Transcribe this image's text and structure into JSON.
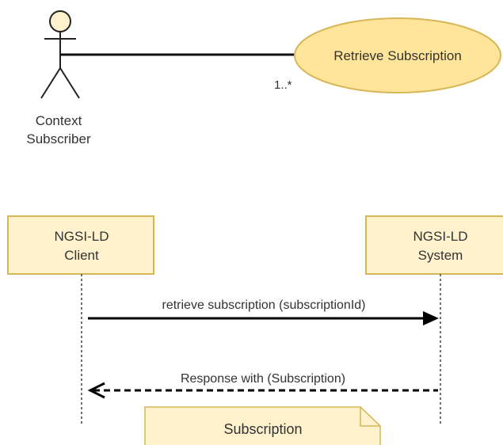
{
  "use_case": {
    "actor_label_line1": "Context",
    "actor_label_line2": "Subscriber",
    "use_case_label": "Retrieve Subscription",
    "multiplicity": "1..*"
  },
  "sequence": {
    "client_line1": "NGSI-LD",
    "client_line2": "Client",
    "system_line1": "NGSI-LD",
    "system_line2": "System",
    "request_message": "retrieve subscription (subscriptionId)",
    "response_message": "Response with (Subscription)",
    "note_label": "Subscription"
  },
  "colors": {
    "actor_fill": "#fff2cc",
    "actor_stroke": "#d6b656",
    "usecase_fill": "#ffe599",
    "lifeline_box_fill": "#fff2cc",
    "lifeline_box_stroke": "#d6b656",
    "note_fill": "#fff2cc",
    "note_stroke": "#d6b656",
    "line_color": "#000000",
    "text_color": "#333333"
  }
}
